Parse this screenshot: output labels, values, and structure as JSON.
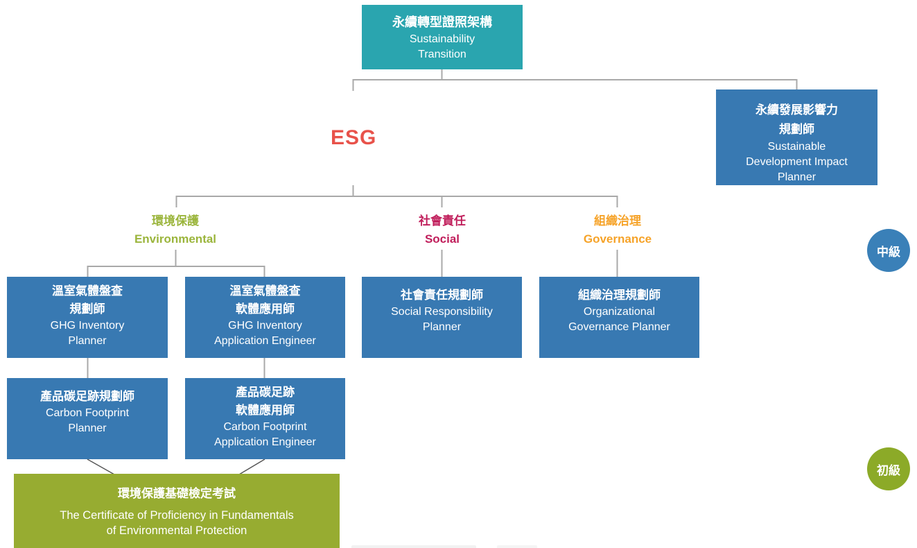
{
  "colors": {
    "teal": "#2AA5AF",
    "blue": "#3879B2",
    "green_box": "#97AC31",
    "blue_circle": "#3A80B8",
    "green_circle": "#8CAA28",
    "esg_red": "#E8524A",
    "env_green": "#9BB53C",
    "social_crimson": "#C01E5B",
    "gov_orange": "#F6A329",
    "connector_gray": "#A9A9A9"
  },
  "esg_label": "ESG",
  "levels": {
    "intermediate": "中級",
    "beginner": "初級"
  },
  "categories": {
    "environmental": {
      "zh": "環境保護",
      "en": "Environmental"
    },
    "social": {
      "zh": "社會責任",
      "en": "Social"
    },
    "governance": {
      "zh": "組織治理",
      "en": "Governance"
    }
  },
  "nodes": {
    "root": {
      "zh_lines": [
        "永續轉型證照架構"
      ],
      "en_lines": [
        "Sustainability",
        "Transition"
      ]
    },
    "sdip": {
      "zh_lines": [
        "永續發展影響力",
        "規劃師"
      ],
      "en_lines": [
        "Sustainable",
        "Development Impact",
        "Planner"
      ]
    },
    "ghg_planner": {
      "zh_lines": [
        "溫室氣體盤查",
        "規劃師"
      ],
      "en_lines": [
        "GHG Inventory",
        "Planner"
      ]
    },
    "ghg_app_engineer": {
      "zh_lines": [
        "溫室氣體盤查",
        "軟體應用師"
      ],
      "en_lines": [
        "GHG Inventory",
        "Application Engineer"
      ]
    },
    "social_planner": {
      "zh_lines": [
        "社會責任規劃師"
      ],
      "en_lines": [
        "Social Responsibility",
        "Planner"
      ]
    },
    "governance_planner": {
      "zh_lines": [
        "組織治理規劃師"
      ],
      "en_lines": [
        "Organizational",
        "Governance Planner"
      ]
    },
    "carbon_planner": {
      "zh_lines": [
        "產品碳足跡規劃師"
      ],
      "en_lines": [
        "Carbon Footprint",
        "Planner"
      ]
    },
    "carbon_app_engineer": {
      "zh_lines": [
        "產品碳足跡",
        "軟體應用師"
      ],
      "en_lines": [
        "Carbon Footprint",
        "Application Engineer"
      ]
    },
    "env_cert": {
      "zh_lines": [
        "環境保護基礎檢定考試"
      ],
      "en_lines": [
        "The Certificate of Proficiency in Fundamentals",
        "of Environmental Protection"
      ]
    }
  }
}
